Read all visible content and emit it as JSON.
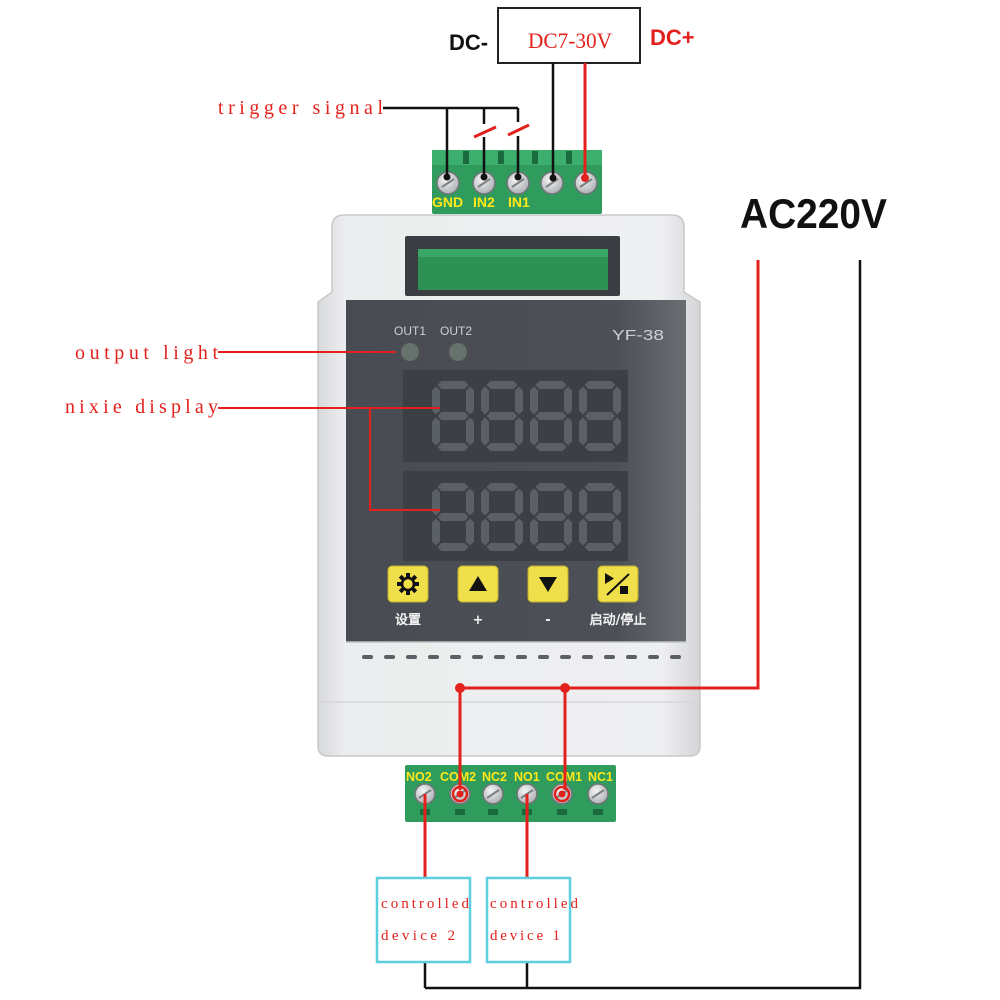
{
  "power_supply": {
    "minus_label": "DC-",
    "voltage_label": "DC7-30V",
    "plus_label": "DC+"
  },
  "trigger": {
    "label": "trigger signal"
  },
  "input_terminals": [
    "GND",
    "IN2",
    "IN1"
  ],
  "mains": {
    "label": "AC220V"
  },
  "module": {
    "led_labels": [
      "OUT1",
      "OUT2"
    ],
    "model": "YF-38",
    "display_upper": "8888",
    "display_lower": "8888",
    "buttons": [
      {
        "label": "设置",
        "icon": "gear-icon"
      },
      {
        "label": "+",
        "icon": "up-triangle-icon"
      },
      {
        "label": "-",
        "icon": "down-triangle-icon"
      },
      {
        "label": "启动/停止",
        "icon": "start-stop-icon"
      }
    ]
  },
  "callouts": {
    "output_light": "output light",
    "nixie_display": "nixie display"
  },
  "output_terminals": [
    "NO2",
    "COM2",
    "NC2",
    "NO1",
    "COM1",
    "NC1"
  ],
  "loads": [
    {
      "line1": "controlled",
      "line2": "device 2"
    },
    {
      "line1": "controlled",
      "line2": "device 1"
    }
  ],
  "colors": {
    "wire_live": "#e3211c",
    "wire_neutral": "#111111",
    "annotation_text": "#e3211c",
    "terminal_block": "#2f9b5d",
    "terminal_label": "#ffe818",
    "button": "#efdf4a",
    "panel": "#4c5056",
    "display_segment": "#5b6066",
    "load_box_border": "#5ccfdf"
  }
}
